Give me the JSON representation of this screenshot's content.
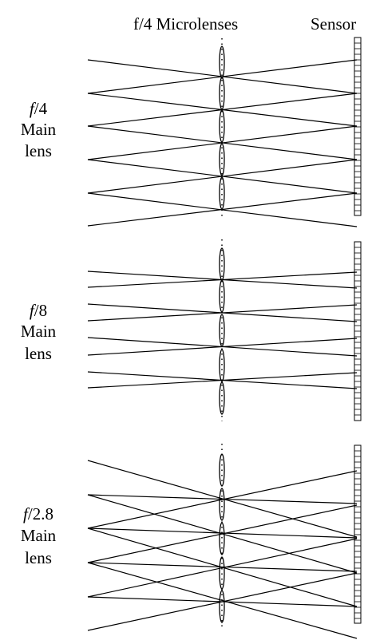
{
  "header": {
    "microlenses_label": "f/4 Microlenses",
    "sensor_label": "Sensor"
  },
  "panels": [
    {
      "fnum_prefix": "f",
      "fnum_value": "/4",
      "line2": "Main",
      "line3": "lens"
    },
    {
      "fnum_prefix": "f",
      "fnum_value": "/8",
      "line2": "Main",
      "line3": "lens"
    },
    {
      "fnum_prefix": "f",
      "fnum_value": "/2.8",
      "line2": "Main",
      "line3": "lens"
    }
  ],
  "colors": {
    "ink": "#000000",
    "background": "#ffffff"
  }
}
